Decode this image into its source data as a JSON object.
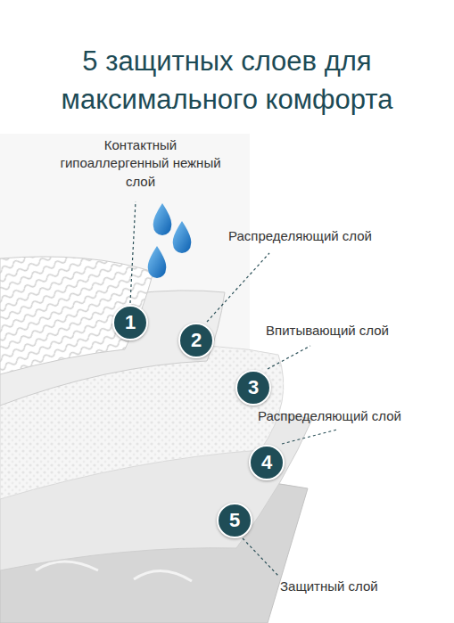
{
  "diagram": {
    "title": "5 защитных слоев для максимального комфорта",
    "nodes": [
      {
        "text": [
          "1"
        ]
      },
      {
        "text": [
          "2"
        ]
      },
      {
        "text": [
          "3"
        ]
      },
      {
        "text": [
          "4"
        ]
      },
      {
        "text": [
          "5"
        ]
      }
    ],
    "labels": [
      "Контактный гипоаллергенный нежный слой",
      "Распределяющий слой",
      "Впитывающий слой",
      "Распределяющий слой",
      "Защитный слой"
    ]
  }
}
